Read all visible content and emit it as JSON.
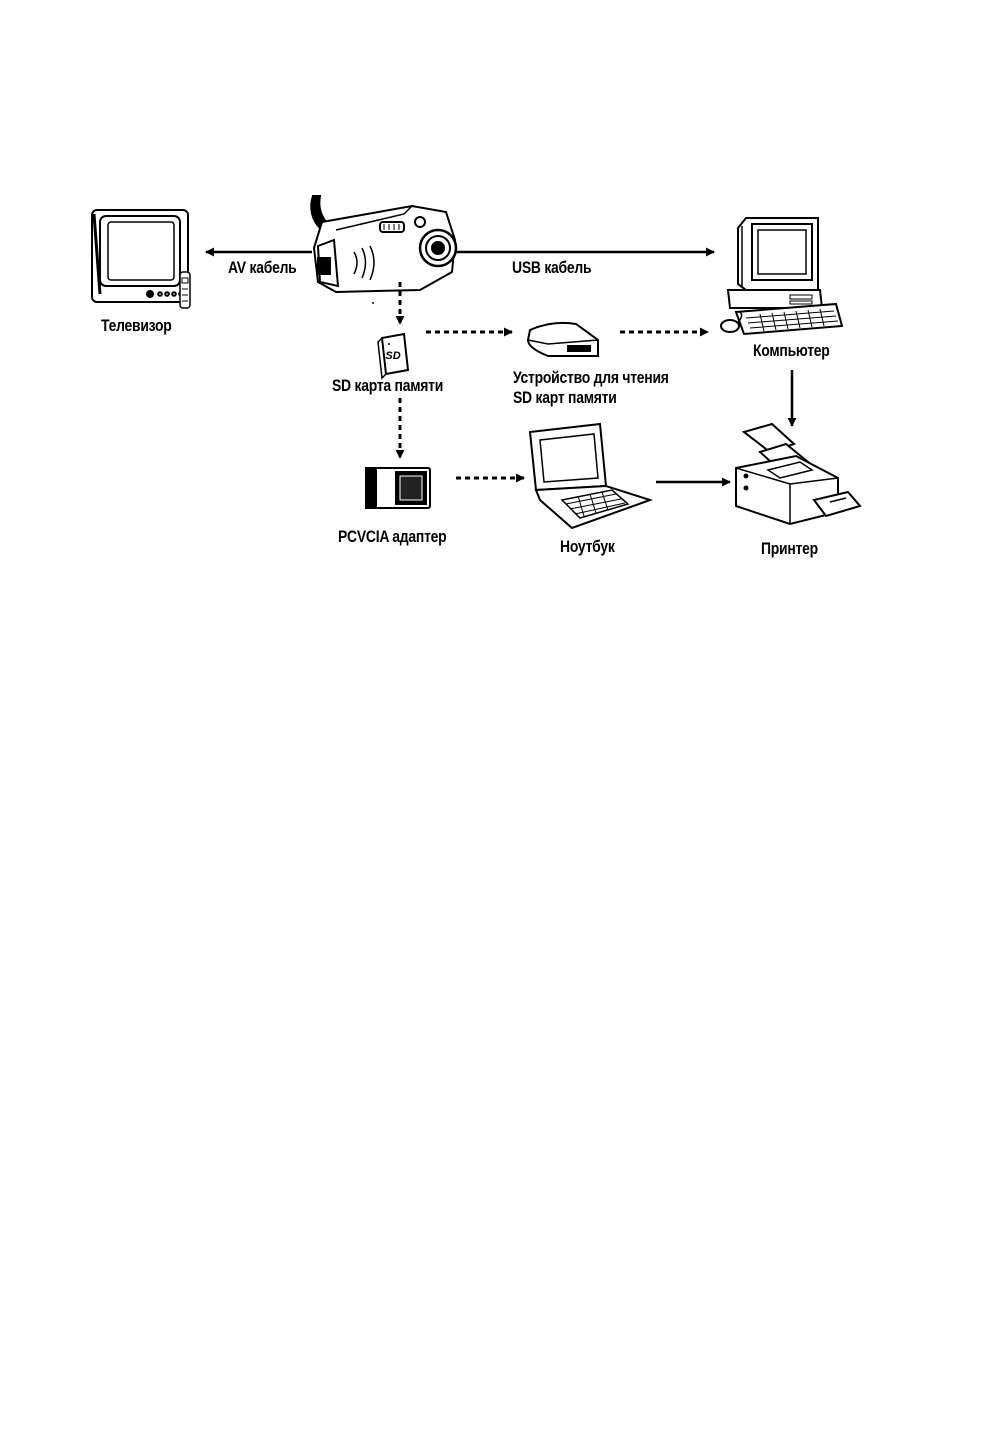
{
  "colors": {
    "line": "#000000",
    "fill": "#ffffff",
    "dark": "#111111",
    "screen": "#e8e8e8"
  },
  "devices": {
    "camera": {
      "icon": "camera-icon"
    },
    "tv": {
      "label": "Телевизор",
      "icon": "tv-icon"
    },
    "computer": {
      "label": "Компьютер",
      "icon": "computer-icon"
    },
    "sd_card": {
      "label": "SD карта памяти",
      "icon": "sd-card-icon",
      "card_text": "SD"
    },
    "reader": {
      "label_line1": "Устройство для чтения",
      "label_line2": "SD карт памяти",
      "icon": "card-reader-icon"
    },
    "adapter": {
      "label": "PCVCIA адаптер",
      "icon": "pcmcia-adapter-icon"
    },
    "laptop": {
      "label": "Ноутбук",
      "icon": "laptop-icon"
    },
    "printer": {
      "label": "Принтер",
      "icon": "printer-icon"
    }
  },
  "connections": {
    "av": {
      "label": "AV кабель"
    },
    "usb": {
      "label": "USB кабель"
    }
  }
}
